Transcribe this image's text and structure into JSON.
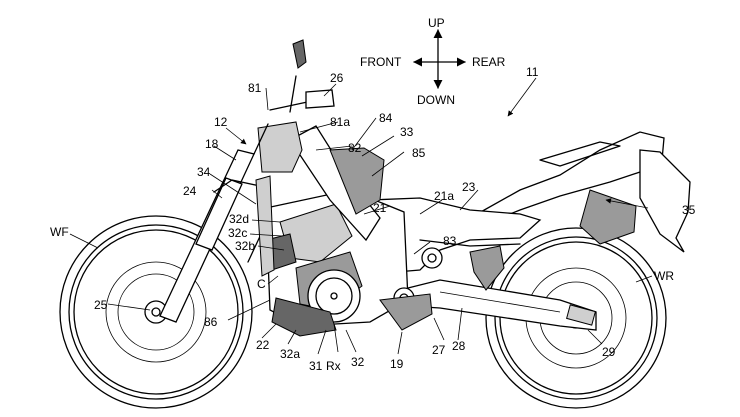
{
  "directions": {
    "up": "UP",
    "down": "DOWN",
    "front": "FRONT",
    "rear": "REAR"
  },
  "labels": {
    "l11": "11",
    "l12": "12",
    "l18": "18",
    "l19": "19",
    "l21": "21",
    "l21a": "21a",
    "l22": "22",
    "l23": "23",
    "l24": "24",
    "l25": "25",
    "l26": "26",
    "l27": "27",
    "l28": "28",
    "l29": "29",
    "l31": "31",
    "l32": "32",
    "l32a": "32a",
    "l32b": "32b",
    "l32c": "32c",
    "l32d": "32d",
    "l33": "33",
    "l34": "34",
    "l35": "35",
    "l81": "81",
    "l81a": "81a",
    "l82": "82",
    "l83": "83",
    "l84": "84",
    "l85": "85",
    "l86": "86",
    "lC": "C",
    "lRx": "Rx",
    "lWF": "WF",
    "lWR": "WR"
  }
}
